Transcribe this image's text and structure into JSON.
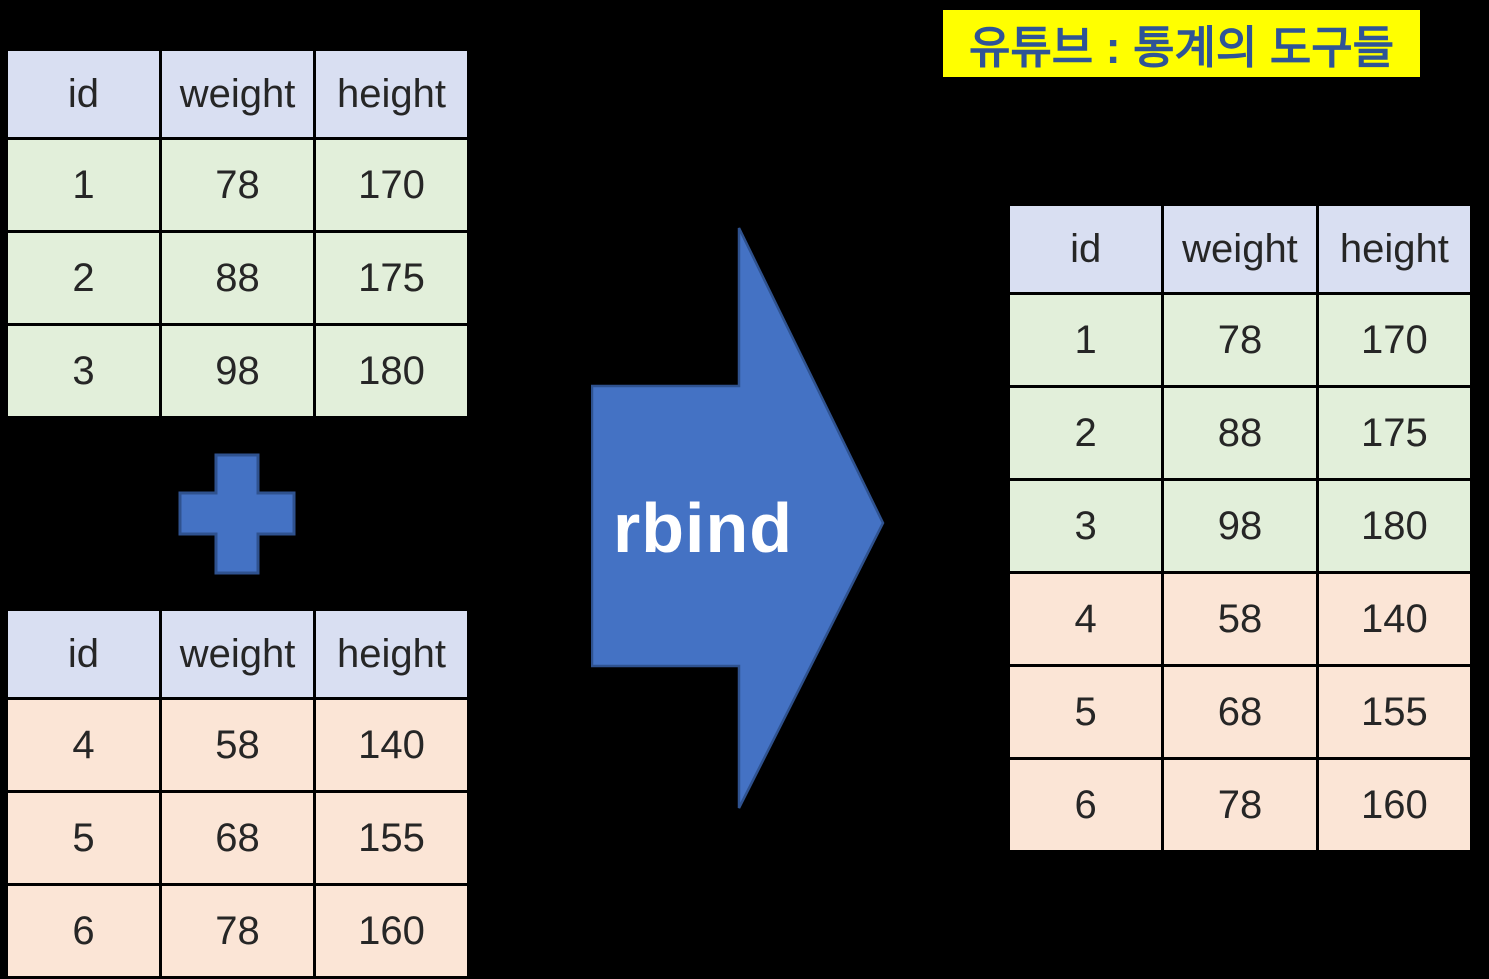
{
  "banner": {
    "text": "유튜브 : 통계의 도구들"
  },
  "arrow": {
    "label": "rbind"
  },
  "tables": {
    "columns": [
      "id",
      "weight",
      "height"
    ],
    "top_left": {
      "row_class": "green",
      "rows": [
        [
          "1",
          "78",
          "170"
        ],
        [
          "2",
          "88",
          "175"
        ],
        [
          "3",
          "98",
          "180"
        ]
      ]
    },
    "bottom_left": {
      "row_class": "peach",
      "rows": [
        [
          "4",
          "58",
          "140"
        ],
        [
          "5",
          "68",
          "155"
        ],
        [
          "6",
          "78",
          "160"
        ]
      ]
    },
    "result": {
      "row_class": [
        "green",
        "green",
        "green",
        "peach",
        "peach",
        "peach"
      ],
      "rows": [
        [
          "1",
          "78",
          "170"
        ],
        [
          "2",
          "88",
          "175"
        ],
        [
          "3",
          "98",
          "180"
        ],
        [
          "4",
          "58",
          "140"
        ],
        [
          "5",
          "68",
          "155"
        ],
        [
          "6",
          "78",
          "160"
        ]
      ]
    }
  },
  "colors": {
    "background": "#000000",
    "header_bg": "#D9DFF2",
    "green_row_bg": "#E2EFDA",
    "peach_row_bg": "#FBE5D6",
    "shape_fill": "#4472C4",
    "shape_border": "#2F528F",
    "banner_bg": "#FFFF00",
    "banner_text": "#2F5496",
    "cell_text": "#262626"
  }
}
